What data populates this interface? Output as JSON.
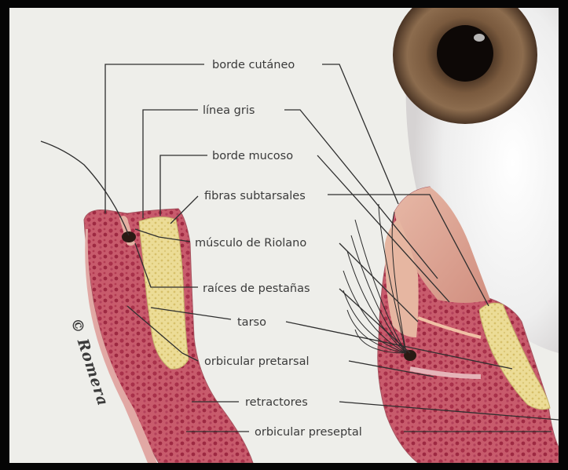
{
  "labels": {
    "borde_cutaneo": "borde cutáneo",
    "linea_gris": "línea gris",
    "borde_mucoso": "borde mucoso",
    "fibras_subtarsales": "fibras subtarsales",
    "musculo_riolano": "músculo de Riolano",
    "raices_pestanas": "raíces de pestañas",
    "tarso": "tarso",
    "orbicular_pretarsal": "orbicular pretarsal",
    "retractores": "retractores",
    "orbicular_preseptal": "orbicular preseptal"
  },
  "watermark": "© Romera",
  "colors": {
    "background": "#eeeeea",
    "frame": "#050505",
    "skin": "#d9a08f",
    "muscle": "#c4586a",
    "tarsus": "#ead88f",
    "iris": "#6b4a32",
    "sclera": "#f4f3f3",
    "leader_line": "#2e2e2e"
  }
}
